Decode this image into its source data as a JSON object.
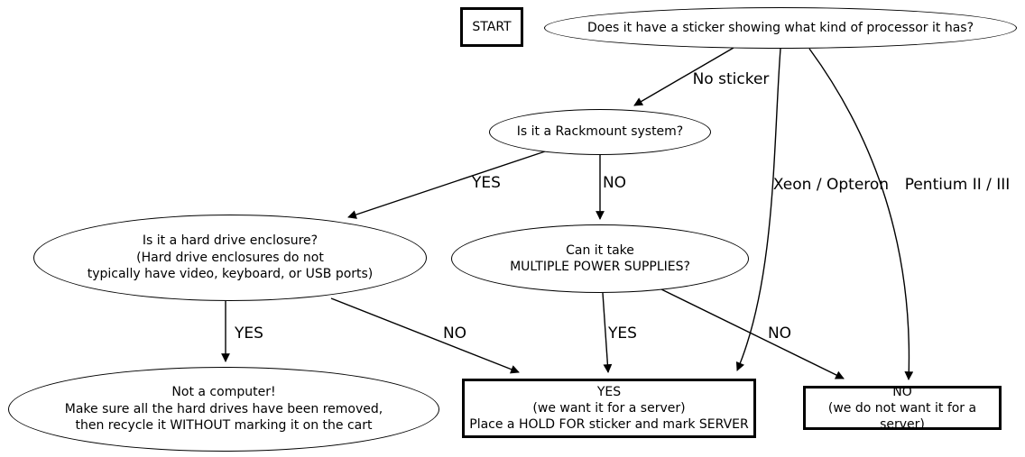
{
  "page": {
    "background_color": "#ffffff",
    "line_color": "#000000",
    "text_color": "#000000"
  },
  "nodes": {
    "start": {
      "label": "START"
    },
    "sticker_question": {
      "label": "Does it have a sticker showing what kind of processor it has?"
    },
    "rackmount_question": {
      "label": "Is it a Rackmount system?"
    },
    "hdd_enclosure_question": {
      "label": "Is it a hard drive enclosure?\n(Hard drive enclosures do not\ntypically have video, keyboard, or USB ports)"
    },
    "multiple_psu_question": {
      "label": "Can it take\nMULTIPLE POWER SUPPLIES?"
    },
    "not_a_computer": {
      "label": "Not a computer!\nMake sure all the hard drives have been removed,\nthen recycle it WITHOUT marking it on the cart"
    },
    "yes_server": {
      "label": "YES\n(we want it for a server)\nPlace a HOLD FOR sticker and mark SERVER"
    },
    "no_server": {
      "label": "NO\n(we do not want it for a server)"
    }
  },
  "edge_labels": {
    "no_sticker": "No sticker",
    "xeon_opteron": "Xeon / Opteron",
    "pentium_2_3": "Pentium II / III",
    "rackmount_yes": "YES",
    "rackmount_no": "NO",
    "hdd_yes": "YES",
    "hdd_no": "NO",
    "psu_yes": "YES",
    "psu_no": "NO"
  }
}
